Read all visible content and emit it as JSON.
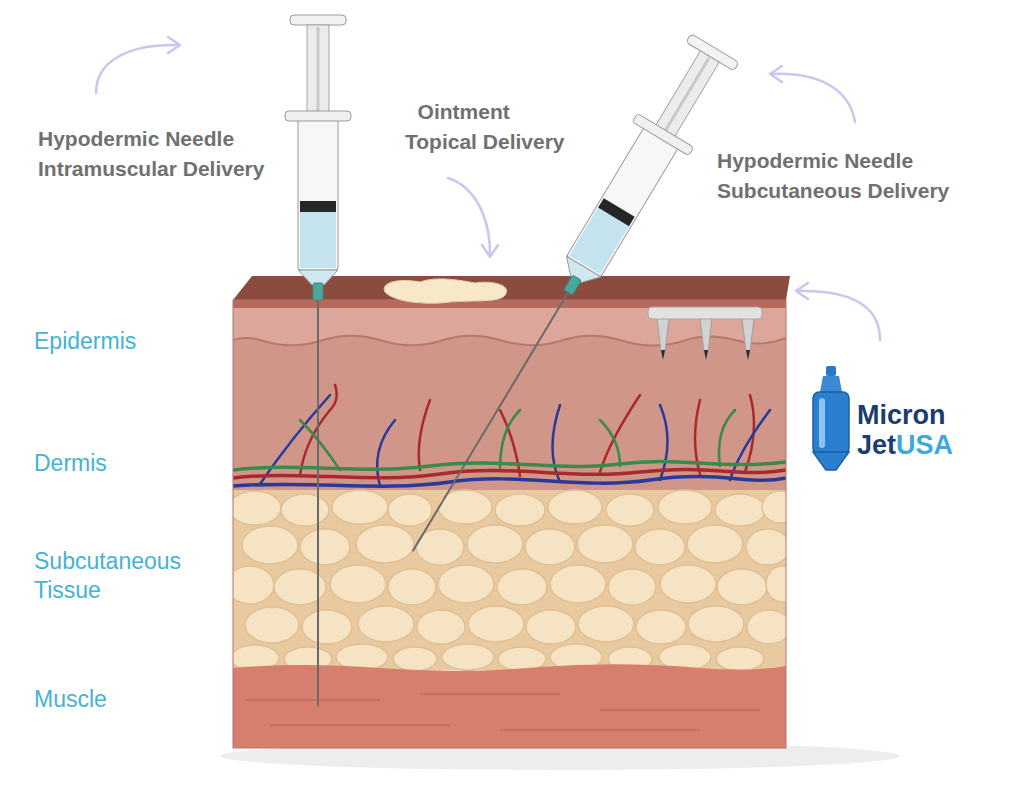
{
  "diagram": {
    "labels": [
      "Hypodermic Needle Intramuscular Delivery",
      "Ointment Topical Delivery",
      "Hypodermic Needle Subcutaneous Delivery",
      "Epidermis",
      "Dermis",
      "Subcutaneous Tissue",
      "Muscle",
      "Micron",
      "Jet",
      "USA"
    ]
  }
}
